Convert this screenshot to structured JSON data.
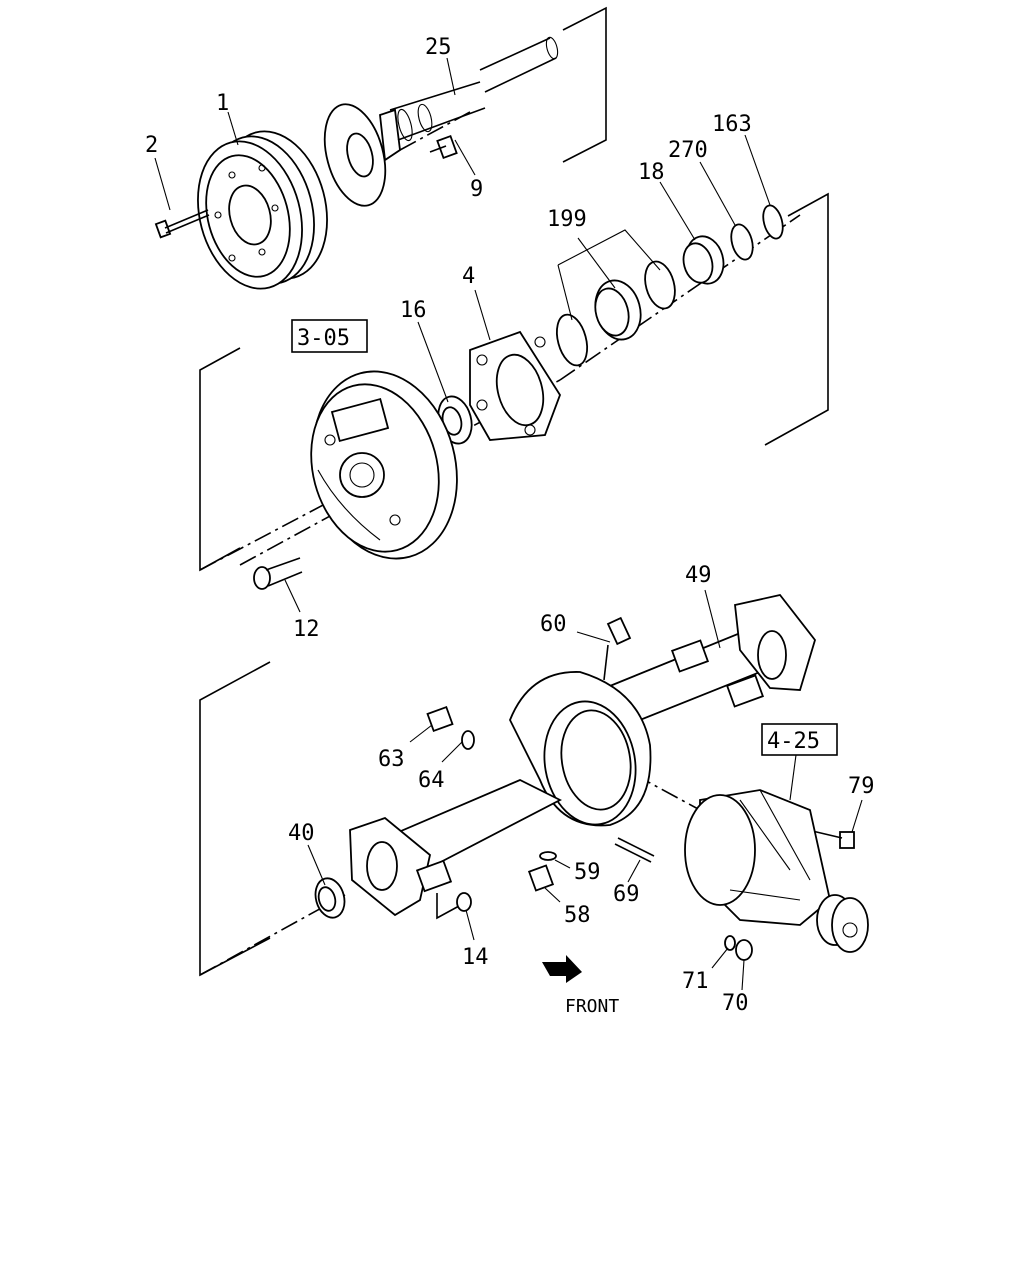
{
  "diagram": {
    "labels": {
      "p1": "1",
      "p2": "2",
      "p25": "25",
      "p9": "9",
      "p163": "163",
      "p270": "270",
      "p18": "18",
      "p199": "199",
      "p4": "4",
      "p16": "16",
      "p12": "12",
      "p49": "49",
      "p60": "60",
      "p63": "63",
      "p64": "64",
      "p40": "40",
      "p14": "14",
      "p59": "59",
      "p58": "58",
      "p69": "69",
      "p79": "79",
      "p71": "71",
      "p70": "70"
    },
    "references": {
      "brake_assembly": "3-05",
      "differential": "4-25"
    },
    "direction_label": "FRONT"
  }
}
